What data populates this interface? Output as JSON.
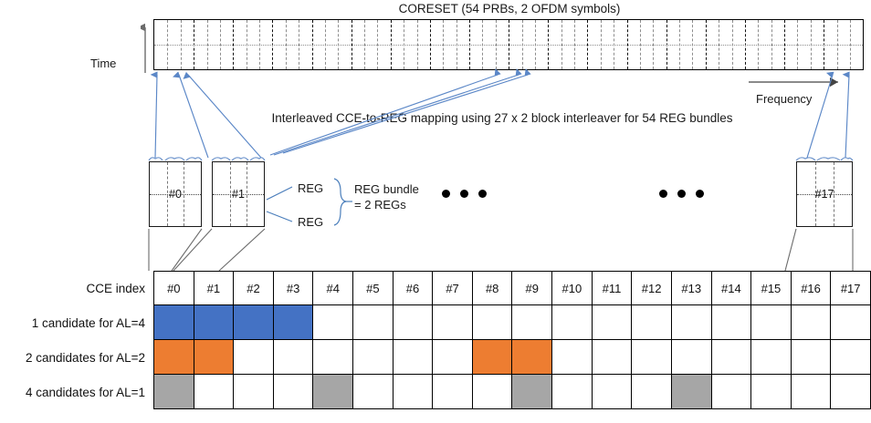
{
  "coreset": {
    "title": "CORESET (54 PRBs, 2 OFDM symbols)",
    "time_axis_label": "Time",
    "frequency_axis_label": "Frequency",
    "num_prb_groups": 18,
    "cells_per_group": 3
  },
  "interleaver": {
    "caption": "Interleaved CCE-to-REG mapping using 27 x 2 block interleaver for 54 REG bundles"
  },
  "bundles": {
    "first": "#0",
    "second": "#1",
    "last": "#17",
    "reg_label_top": "REG",
    "reg_label_bottom": "REG",
    "bundle_note_line1": "REG bundle",
    "bundle_note_line2": "= 2 REGs"
  },
  "cce_table": {
    "index_row_label": "CCE index",
    "indices": [
      "#0",
      "#1",
      "#2",
      "#3",
      "#4",
      "#5",
      "#6",
      "#7",
      "#8",
      "#9",
      "#10",
      "#11",
      "#12",
      "#13",
      "#14",
      "#15",
      "#16",
      "#17"
    ],
    "rows": [
      {
        "label": "1 candidate for AL=4",
        "aggregation_level": 4,
        "num_candidates": 1,
        "color": "#4472C4",
        "filled_cce": [
          0,
          1,
          2,
          3
        ]
      },
      {
        "label": "2 candidates for AL=2",
        "aggregation_level": 2,
        "num_candidates": 2,
        "color": "#ED7D31",
        "filled_cce": [
          0,
          1,
          8,
          9
        ]
      },
      {
        "label": "4 candidates for AL=1",
        "aggregation_level": 1,
        "num_candidates": 4,
        "color": "#A6A6A6",
        "filled_cce": [
          0,
          4,
          9,
          13
        ]
      }
    ]
  },
  "colors": {
    "blue": "#4472C4",
    "orange": "#ED7D31",
    "gray": "#A6A6A6",
    "arrow_blue": "#5B87C7",
    "connector_gray": "#6b6b6b",
    "line_black": "#1a1a1a"
  }
}
